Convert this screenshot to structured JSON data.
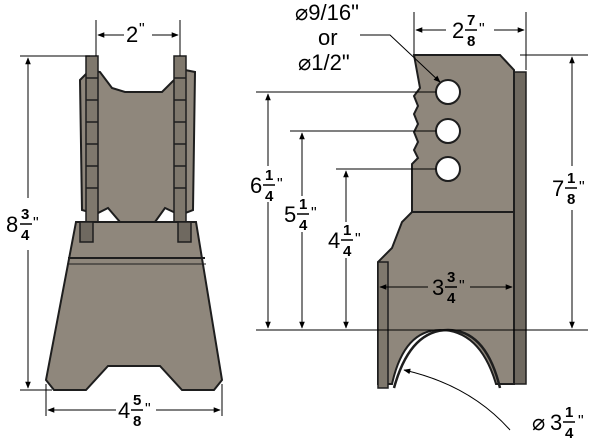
{
  "colors": {
    "plate": "#8f877c",
    "plate_dark": "#6f6960",
    "outline": "#1e1e1e",
    "hole": "#ffffff",
    "ink": "#000000"
  },
  "front_view": {
    "top_width": {
      "whole": "2",
      "unit": "\""
    },
    "height": {
      "whole": "8",
      "num": "3",
      "den": "4",
      "unit": "\""
    },
    "bottom_width": {
      "whole": "4",
      "num": "5",
      "den": "8",
      "unit": "\""
    }
  },
  "side_view": {
    "hole_callout": {
      "line1": "⌀9/16\"",
      "line2": "or",
      "line3": "⌀1/2\""
    },
    "top_width": {
      "whole": "2",
      "num": "7",
      "den": "8",
      "unit": "\""
    },
    "overall_height": {
      "whole": "7",
      "num": "1",
      "den": "8",
      "unit": "\""
    },
    "hole1_height": {
      "whole": "6",
      "num": "1",
      "den": "4",
      "unit": "\""
    },
    "hole2_height": {
      "whole": "5",
      "num": "1",
      "den": "4",
      "unit": "\""
    },
    "hole3_height": {
      "whole": "4",
      "num": "1",
      "den": "4",
      "unit": "\""
    },
    "base_width": {
      "whole": "3",
      "num": "3",
      "den": "4",
      "unit": "\""
    },
    "tube_diameter": {
      "symbol": "⌀",
      "whole": "3",
      "num": "1",
      "den": "4",
      "unit": "\""
    }
  }
}
